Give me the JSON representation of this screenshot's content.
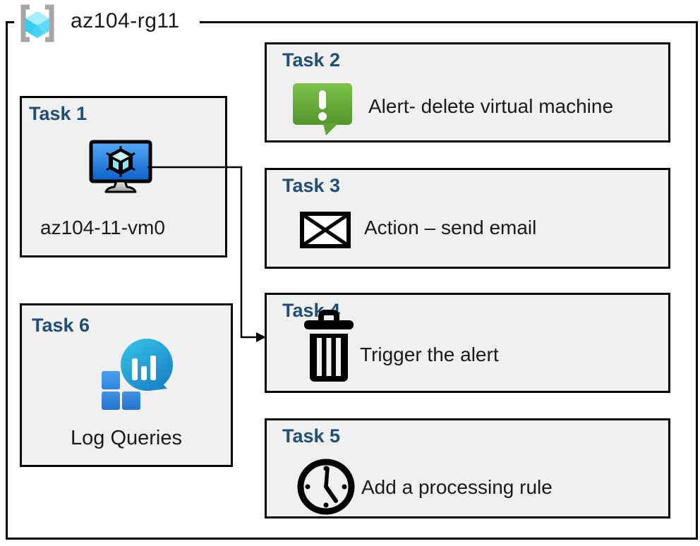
{
  "resource_group": {
    "name": "az104-rg11",
    "icon": "resource-group-icon"
  },
  "tasks": [
    {
      "title": "Task 1",
      "label": "az104-11-vm0",
      "icon": "virtual-machine-icon"
    },
    {
      "title": "Task 2",
      "label": "Alert- delete virtual machine",
      "icon": "alert-icon"
    },
    {
      "title": "Task 3",
      "label": "Action – send email",
      "icon": "email-icon"
    },
    {
      "title": "Task 4",
      "label": "Trigger the alert",
      "icon": "trash-icon"
    },
    {
      "title": "Task 5",
      "label": "Add a processing rule",
      "icon": "clock-icon"
    },
    {
      "title": "Task 6",
      "label": "Log Queries",
      "icon": "log-analytics-icon"
    }
  ],
  "connector": {
    "from": "az104-11-vm0",
    "to": "Task 4"
  },
  "colors": {
    "task_title_blue": "#1f4e79",
    "box_fill_gray": "#f0f0f0",
    "border_black": "#000000",
    "alert_green_top": "#7dc24b",
    "alert_green_bottom": "#55962d",
    "vm_screen_blue_top": "#55aaf7",
    "vm_screen_blue_bottom": "#0a60c9",
    "log_bubble_cyan_top": "#36c6e9",
    "log_bubble_cyan_bottom": "#1a82c8",
    "log_square_blue": "#2f86dd",
    "bracket_gray": "#a6a6a6",
    "cube_cyan_top": "#a7ecfa",
    "cube_cyan_left": "#38cdf0",
    "cube_cyan_right": "#5cdcf6"
  }
}
